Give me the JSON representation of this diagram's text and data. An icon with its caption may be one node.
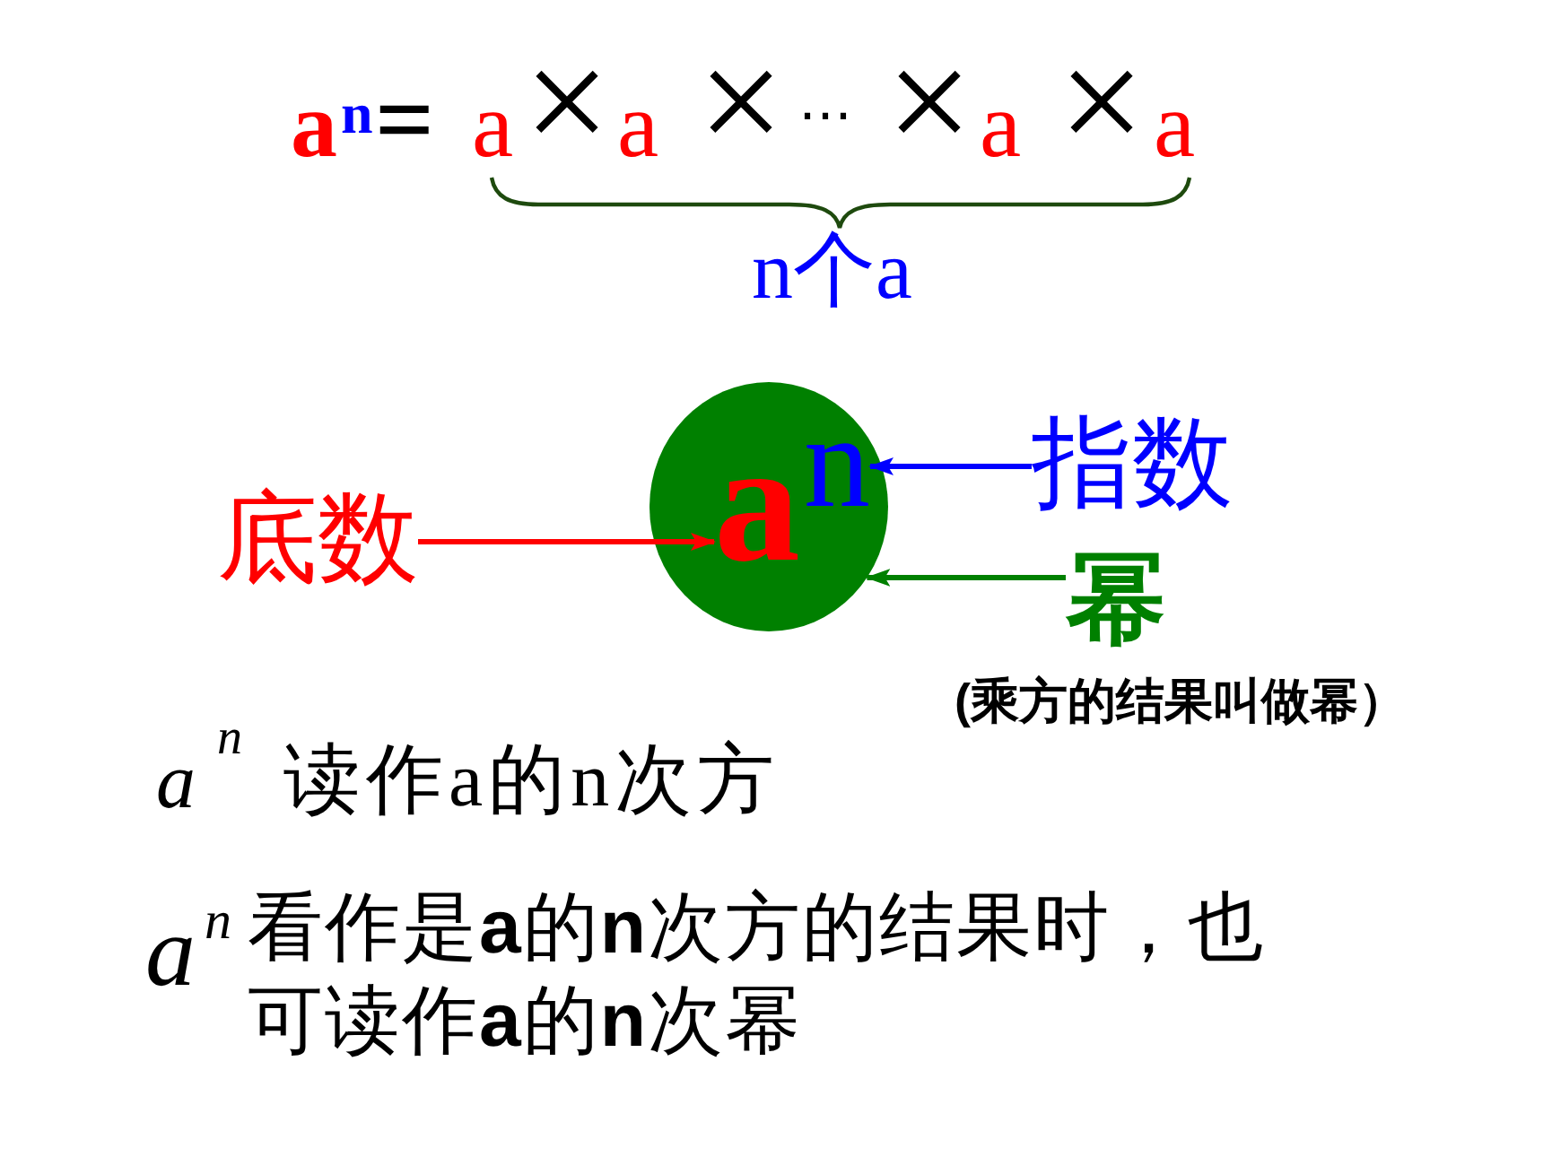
{
  "diagram": {
    "nodes": [
      {
        "text": [],
        "shape": "circle"
      },
      {
        "text": [
          "a"
        ],
        "in": 0
      },
      {
        "text": [
          "n"
        ],
        "in": 0
      },
      {
        "text": [
          "指数"
        ]
      },
      {
        "text": [
          "底数"
        ]
      },
      {
        "text": [
          "幂"
        ],
        "beside": [
          "(乘方的结果叫做幂）"
        ]
      }
    ],
    "edges": [
      {
        "from": 4,
        "to": 1,
        "arrow": "to",
        "color": "#ff0000"
      },
      {
        "from": 3,
        "to": 2,
        "arrow": "to",
        "color": "#0000ff"
      },
      {
        "from": 5,
        "to": 0,
        "arrow": "to",
        "color": "#008000"
      }
    ],
    "labels": [
      "a$^{n}$",
      "=",
      "a",
      "×",
      "a",
      "×",
      "⋯",
      "×",
      "a",
      "×",
      "a",
      "n个a",
      "a$^{n}$",
      "读作a的n次方",
      "a$^{n}$",
      "看作是**a**的**n**次方的结果时，也可读作**a**的**n**次幂"
    ]
  }
}
